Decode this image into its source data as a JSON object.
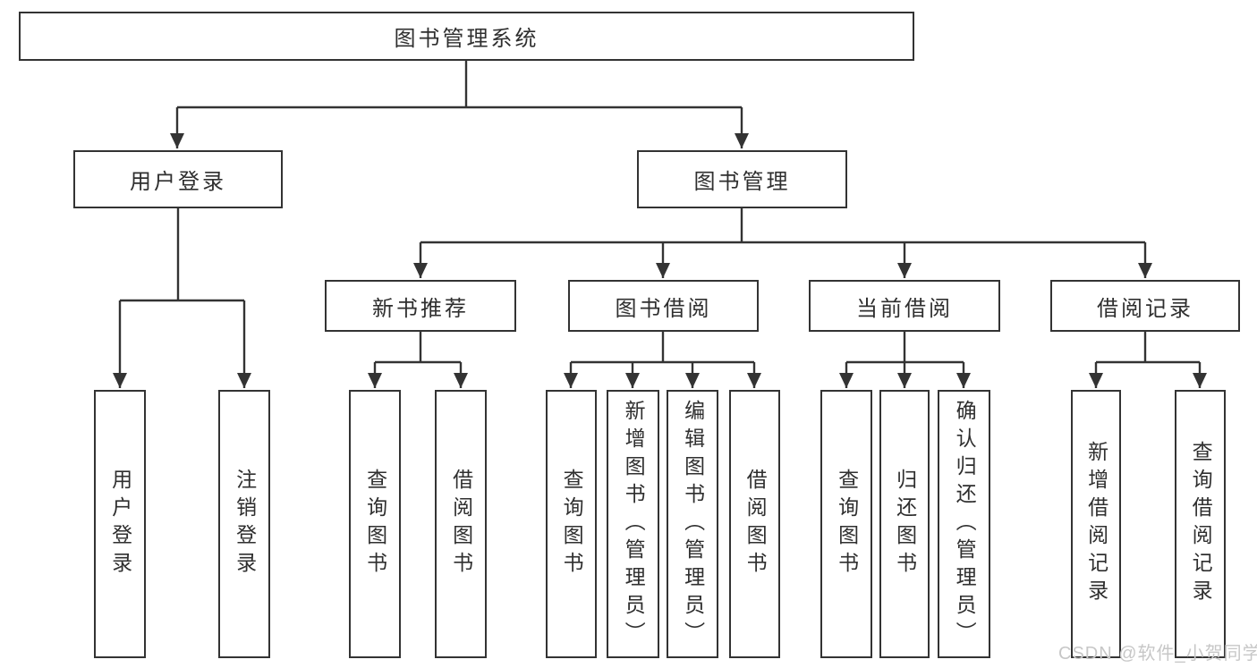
{
  "tree": {
    "root": {
      "label": "图书管理系统",
      "children": [
        {
          "label": "用户登录",
          "children": [
            {
              "label": "用户登录"
            },
            {
              "label": "注销登录"
            }
          ]
        },
        {
          "label": "图书管理",
          "children": [
            {
              "label": "新书推荐",
              "children": [
                {
                  "label": "查询图书"
                },
                {
                  "label": "借阅图书"
                }
              ]
            },
            {
              "label": "图书借阅",
              "children": [
                {
                  "label": "查询图书"
                },
                {
                  "label": "新增图书（管理员）"
                },
                {
                  "label": "编辑图书（管理员）"
                },
                {
                  "label": "借阅图书"
                }
              ]
            },
            {
              "label": "当前借阅",
              "children": [
                {
                  "label": "查询图书"
                },
                {
                  "label": "归还图书"
                },
                {
                  "label": "确认归还（管理员）"
                }
              ]
            },
            {
              "label": "借阅记录",
              "children": [
                {
                  "label": "新增借阅记录"
                },
                {
                  "label": "查询借阅记录"
                }
              ]
            }
          ]
        }
      ]
    }
  },
  "watermark": {
    "text": "CSDN @软件_小贺同学"
  },
  "colors": {
    "line": "#333333",
    "text": "#2f2f2f",
    "box_background": "#ffffff",
    "watermark": "#c7c7c7",
    "background": "#ffffff"
  }
}
